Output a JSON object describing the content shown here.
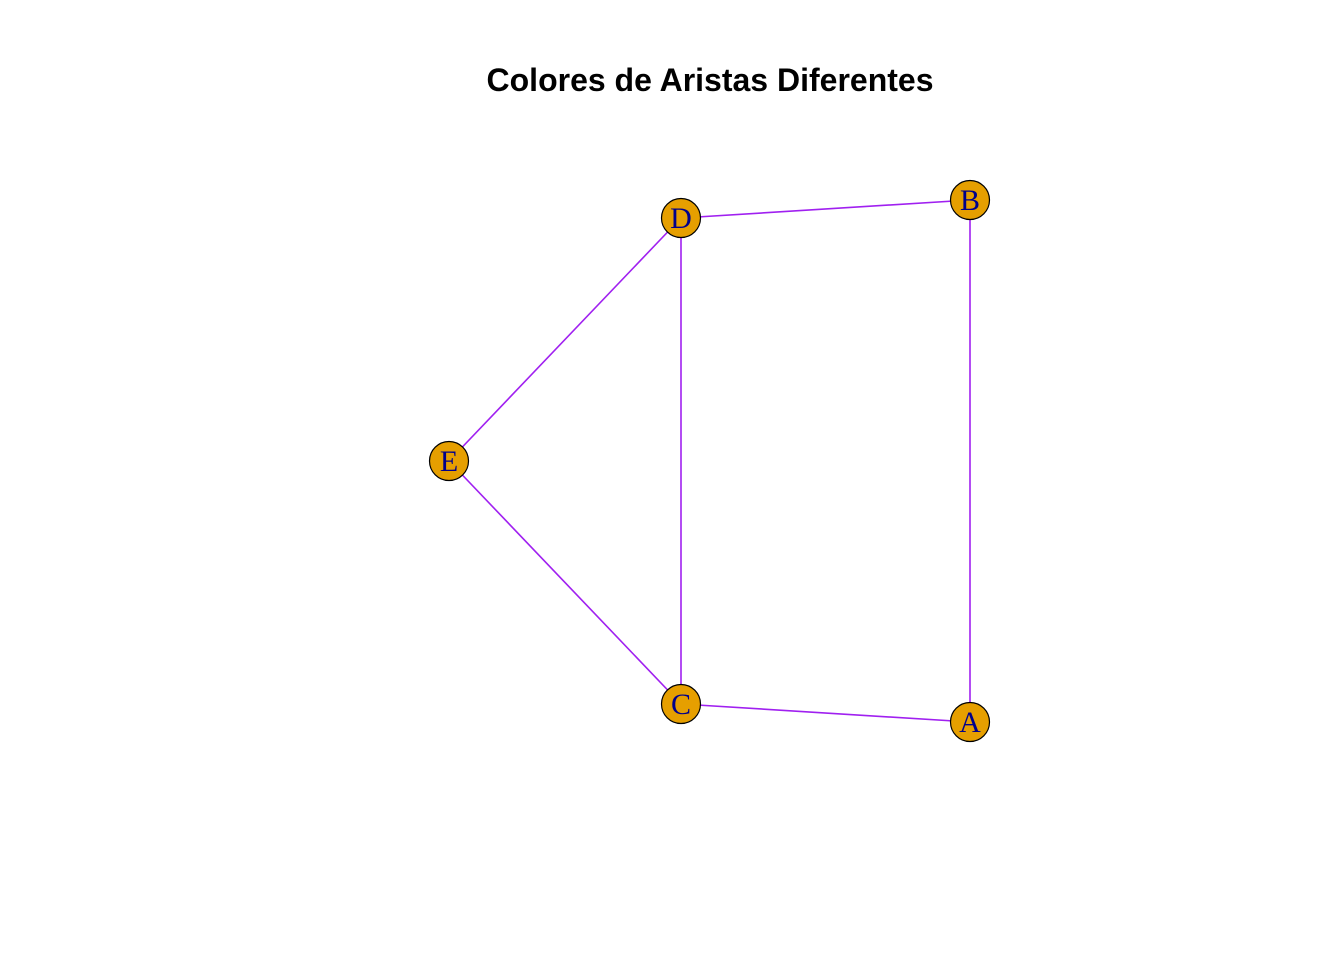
{
  "title": "Colores de Aristas Diferentes",
  "colors": {
    "edge": "#a020f0",
    "node_fill": "#e69f00",
    "node_stroke": "#000000",
    "label": "#00008b",
    "title": "#000000",
    "background": "#ffffff"
  },
  "nodes": [
    {
      "id": "A",
      "label": "A"
    },
    {
      "id": "B",
      "label": "B"
    },
    {
      "id": "C",
      "label": "C"
    },
    {
      "id": "D",
      "label": "D"
    },
    {
      "id": "E",
      "label": "E"
    }
  ],
  "edges": [
    {
      "from": "D",
      "to": "B"
    },
    {
      "from": "B",
      "to": "A"
    },
    {
      "from": "D",
      "to": "C"
    },
    {
      "from": "E",
      "to": "D"
    },
    {
      "from": "E",
      "to": "C"
    },
    {
      "from": "C",
      "to": "A"
    }
  ]
}
